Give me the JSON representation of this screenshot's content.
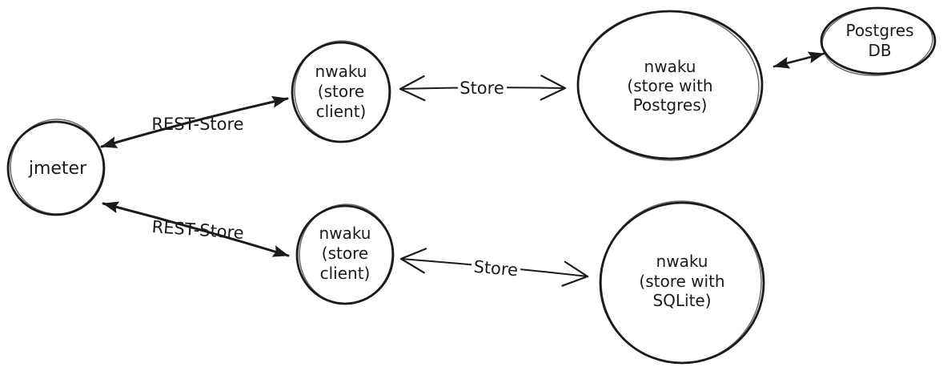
{
  "canvas": {
    "background": "#ffffff",
    "ink": "#1b1b1b"
  },
  "nodes": {
    "jmeter": {
      "lines": [
        "jmeter"
      ]
    },
    "store_client_top": {
      "lines": [
        "nwaku",
        "(store",
        "client)"
      ]
    },
    "store_with_postgres": {
      "lines": [
        "nwaku",
        "(store with",
        "Postgres)"
      ]
    },
    "postgres_db": {
      "lines": [
        "Postgres",
        "DB"
      ]
    },
    "store_client_bottom": {
      "lines": [
        "nwaku",
        "(store",
        "client)"
      ]
    },
    "store_with_sqlite": {
      "lines": [
        "nwaku",
        "(store with",
        "SQLite)"
      ]
    }
  },
  "edges": {
    "rest_store_top": {
      "label": "REST-Store"
    },
    "store_top": {
      "label": "Store"
    },
    "rest_store_bottom": {
      "label": "REST-Store"
    },
    "store_bottom": {
      "label": "Store"
    },
    "postgres_link": {
      "label": ""
    }
  }
}
